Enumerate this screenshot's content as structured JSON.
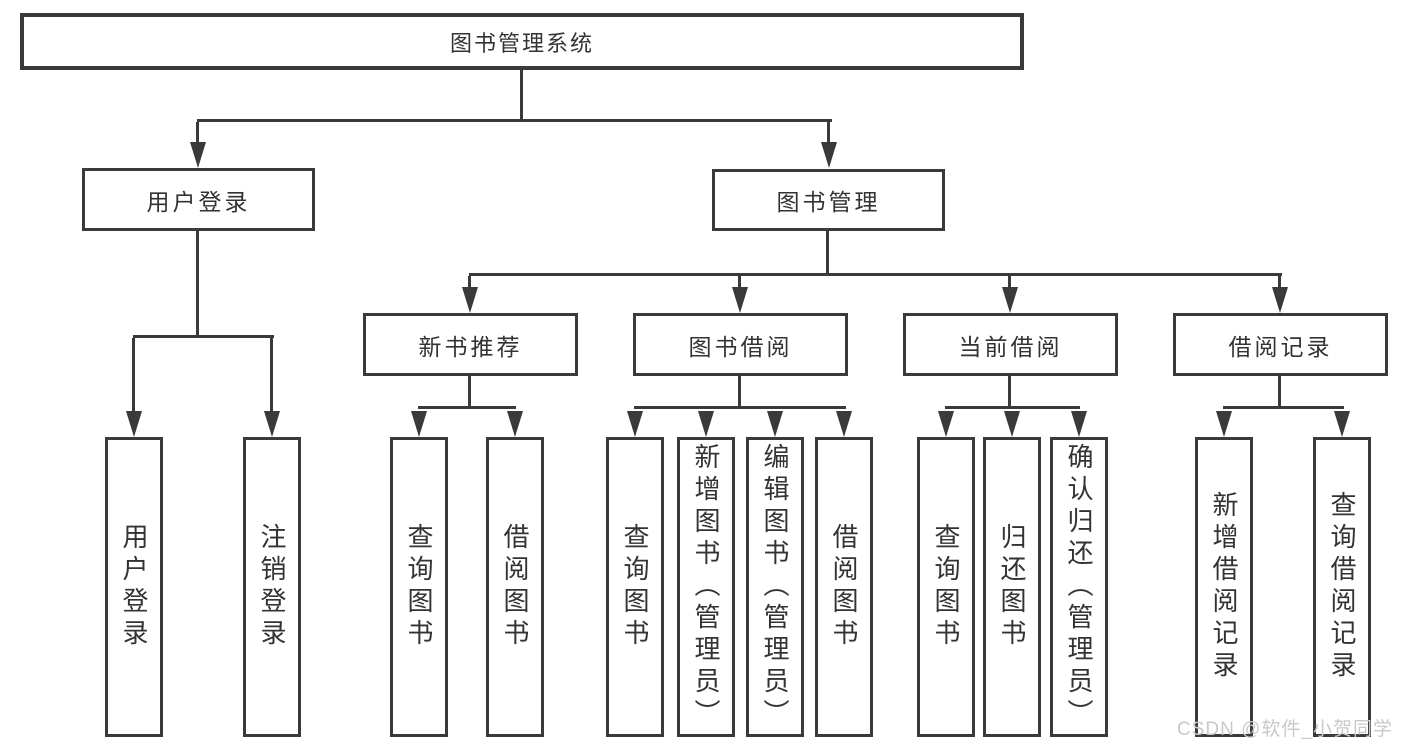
{
  "diagram": {
    "title": "图书管理系统",
    "level2": {
      "user_login": "用户登录",
      "book_management": "图书管理"
    },
    "level3": {
      "new_book_recommend": "新书推荐",
      "book_borrowing": "图书借阅",
      "current_borrowing": "当前借阅",
      "borrowing_records": "借阅记录"
    },
    "leaves": {
      "user_login": [
        "用户登录",
        "注销登录"
      ],
      "new_book_recommend": [
        "查询图书",
        "借阅图书"
      ],
      "book_borrowing": [
        "查询图书",
        "新增图书（管理员）",
        "编辑图书（管理员）",
        "借阅图书"
      ],
      "current_borrowing": [
        "查询图书",
        "归还图书",
        "确认归还（管理员）"
      ],
      "borrowing_records": [
        "新增借阅记录",
        "查询借阅记录"
      ]
    }
  },
  "watermark": {
    "text": "CSDN @软件_小贺同学",
    "color": "#c9c9c9"
  },
  "colors": {
    "line": "#3a3a3a",
    "text": "#333333",
    "background": "#ffffff"
  }
}
